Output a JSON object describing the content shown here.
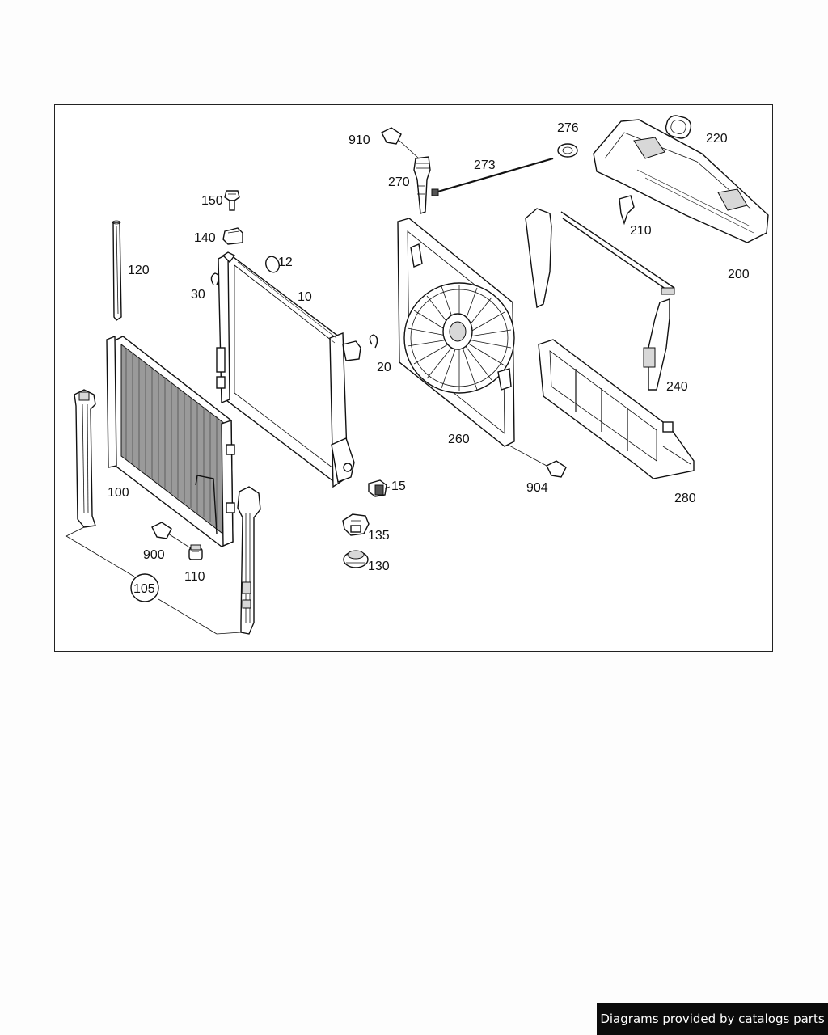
{
  "diagram": {
    "parts": [
      {
        "id": "p10",
        "label": "10"
      },
      {
        "id": "p12",
        "label": "12"
      },
      {
        "id": "p15",
        "label": "15"
      },
      {
        "id": "p20",
        "label": "20"
      },
      {
        "id": "p30",
        "label": "30"
      },
      {
        "id": "p100",
        "label": "100"
      },
      {
        "id": "p105",
        "label": "105"
      },
      {
        "id": "p110",
        "label": "110"
      },
      {
        "id": "p120",
        "label": "120"
      },
      {
        "id": "p130",
        "label": "130"
      },
      {
        "id": "p135",
        "label": "135"
      },
      {
        "id": "p140",
        "label": "140"
      },
      {
        "id": "p150",
        "label": "150"
      },
      {
        "id": "p200",
        "label": "200"
      },
      {
        "id": "p210",
        "label": "210"
      },
      {
        "id": "p220",
        "label": "220"
      },
      {
        "id": "p240",
        "label": "240"
      },
      {
        "id": "p260",
        "label": "260"
      },
      {
        "id": "p270",
        "label": "270"
      },
      {
        "id": "p273",
        "label": "273"
      },
      {
        "id": "p276",
        "label": "276"
      },
      {
        "id": "p280",
        "label": "280"
      },
      {
        "id": "p900",
        "label": "900"
      },
      {
        "id": "p904",
        "label": "904"
      },
      {
        "id": "p910",
        "label": "910"
      }
    ]
  },
  "footer": {
    "credit": "Diagrams provided by catalogs parts"
  }
}
